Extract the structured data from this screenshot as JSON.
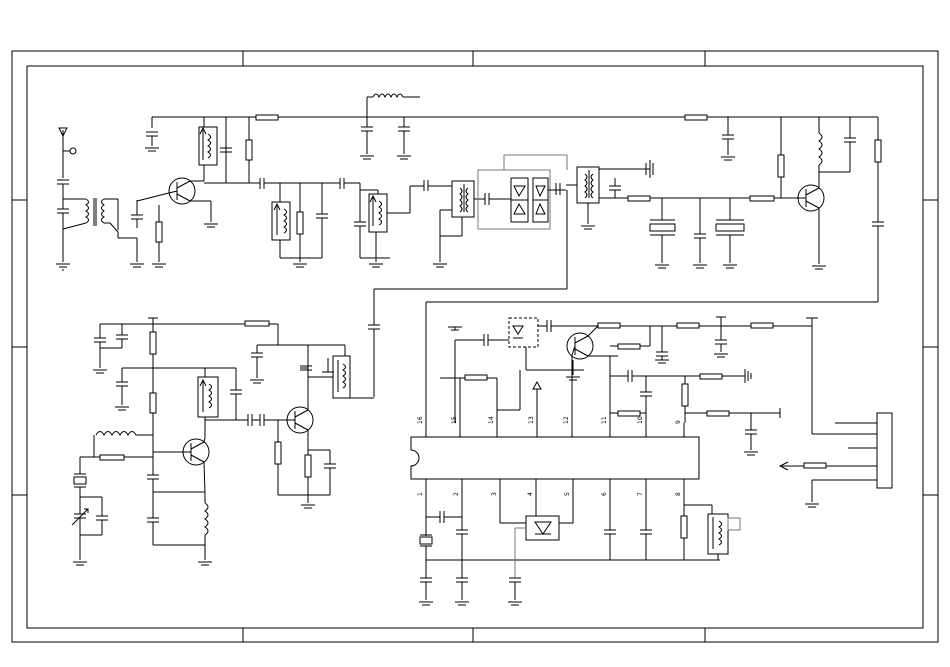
{
  "diagram": {
    "type": "electronic-schematic",
    "ic": {
      "pins_top": [
        "16",
        "15",
        "14",
        "13",
        "12",
        "11",
        "10",
        "9"
      ],
      "pins_bottom": [
        "1",
        "2",
        "3",
        "4",
        "5",
        "6",
        "7",
        "8"
      ]
    }
  }
}
